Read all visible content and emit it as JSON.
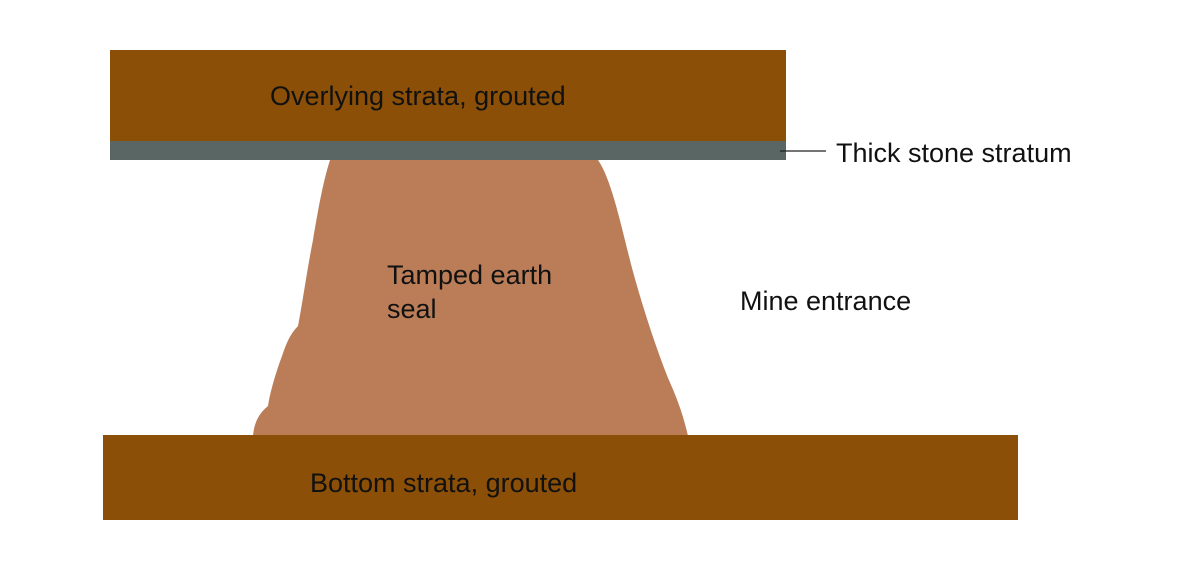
{
  "diagram": {
    "labels": {
      "overlying_strata": "Overlying strata, grouted",
      "stone_stratum": "Thick stone stratum",
      "seal_line1": "Tamped earth",
      "seal_line2": "seal",
      "mine_entrance": "Mine entrance",
      "bottom_strata": "Bottom strata, grouted"
    },
    "colors": {
      "strata_fill": "#8b4f07",
      "stone_fill": "#5a6663",
      "seal_fill": "#ba7d58",
      "leader_line": "#222222",
      "text": "#111111"
    }
  }
}
